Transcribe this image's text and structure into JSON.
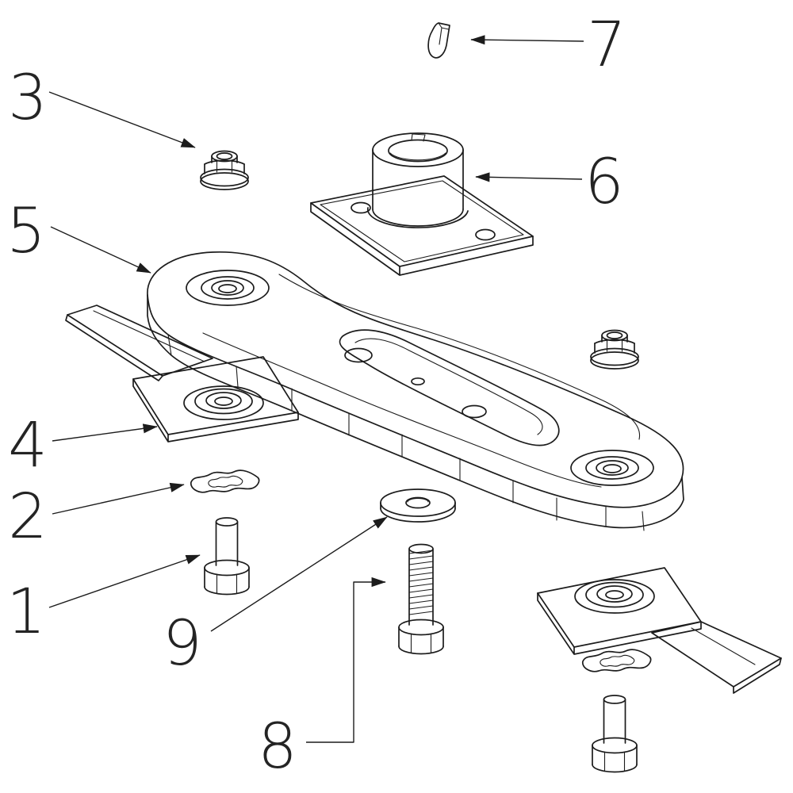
{
  "page": {
    "background": "#ffffff",
    "line_color": "#1c1c1c"
  },
  "diagram": {
    "type": "exploded-parts-diagram",
    "callouts": [
      {
        "label": "1",
        "part": "mounting-bolt-left"
      },
      {
        "label": "2",
        "part": "wave-washer-left"
      },
      {
        "label": "3",
        "part": "flange-lock-nut-left"
      },
      {
        "label": "4",
        "part": "blade-wing-left"
      },
      {
        "label": "5",
        "part": "blade-carrier-disc"
      },
      {
        "label": "6",
        "part": "blade-adapter-hub"
      },
      {
        "label": "7",
        "part": "woodruff-key"
      },
      {
        "label": "8",
        "part": "hex-bolt-center"
      },
      {
        "label": "9",
        "part": "flat-washer-center"
      }
    ]
  }
}
